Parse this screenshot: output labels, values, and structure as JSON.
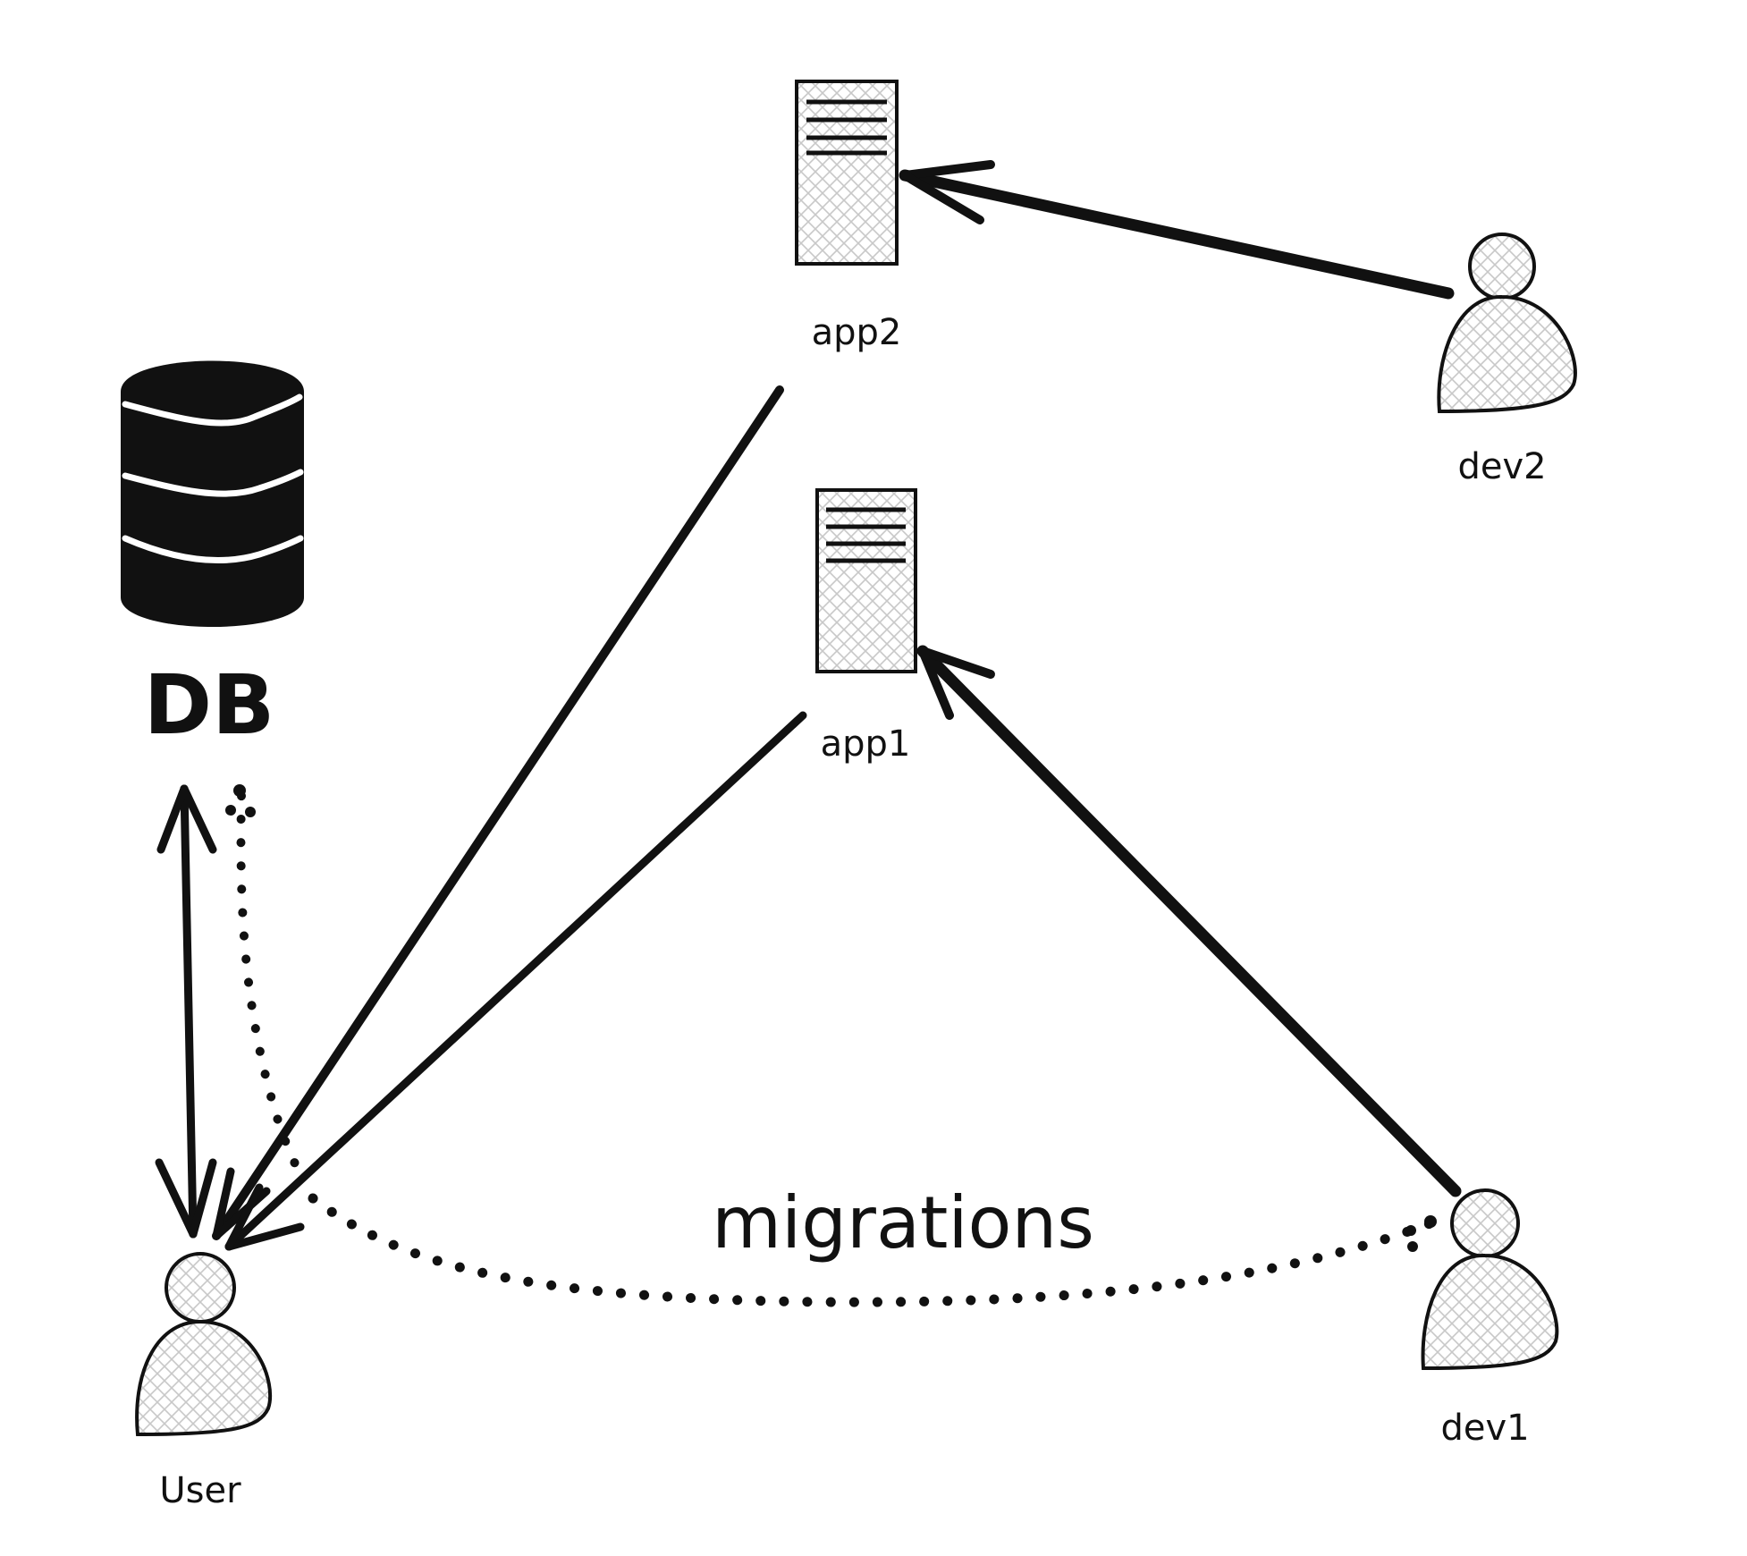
{
  "labels": {
    "app2": "app2",
    "app1": "app1",
    "db": "DB",
    "dev2": "dev2",
    "dev1": "dev1",
    "user": "User",
    "migrations": "migrations"
  },
  "colors": {
    "stroke": "#111111",
    "fill_hatch": "#d9d9d9",
    "background": "#ffffff"
  },
  "icons": {
    "app2": "server-icon",
    "app1": "server-icon",
    "db": "database-icon",
    "dev2": "person-icon",
    "dev1": "person-icon",
    "user": "person-icon"
  }
}
